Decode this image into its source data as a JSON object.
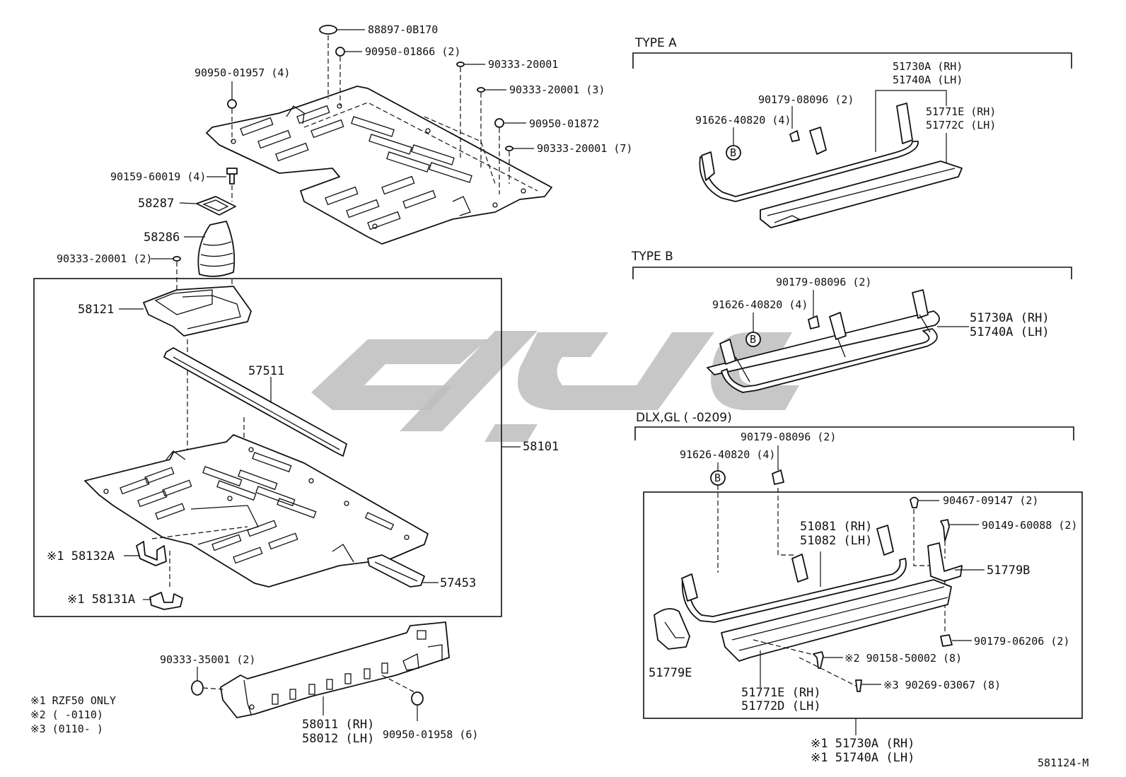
{
  "parts": {
    "p888970b170": "88897-0B170",
    "p9095001866": "90950-01866 (2)",
    "p9033320001a": "90333-20001",
    "p9033320001b": "90333-20001 (3)",
    "p9095001872": "90950-01872",
    "p9033320001c": "90333-20001 (7)",
    "p9095001957": "90950-01957 (4)",
    "p9015960019": "90159-60019 (4)",
    "p58287": "58287",
    "p58286": "58286",
    "p9033320001d": "90333-20001 (2)",
    "p58121": "58121",
    "p57511": "57511",
    "p58101": "58101",
    "p58132a": "※1 58132A",
    "p58131a": "※1 58131A",
    "p57453": "57453",
    "p9033335001": "90333-35001 (2)",
    "p58011": "58011 (RH)",
    "p58012": "58012 (LH)",
    "p9095001958": "90950-01958 (6)"
  },
  "notes": {
    "n1": "※1 RZF50  ONLY",
    "n2": "※2 (      -0110)",
    "n3": "※3 (0110-      )"
  },
  "type_a": {
    "title": "TYPE A",
    "p51730a": "51730A (RH)",
    "p51740a": "51740A (LH)",
    "p9017908096": "90179-08096 (2)",
    "p9162640820": "91626-40820 (4)",
    "p51771e": "51771E (RH)",
    "p51772c": "51772C (LH)",
    "marker": "B"
  },
  "type_b": {
    "title": "TYPE B",
    "p9017908096": "90179-08096 (2)",
    "p9162640820": "91626-40820 (4)",
    "p51730a": "51730A (RH)",
    "p51740a": "51740A (LH)",
    "marker": "B"
  },
  "dlx": {
    "title": "DLX,GL  (       -0209)",
    "p9017908096": "90179-08096 (2)",
    "p9162640820": "91626-40820 (4)",
    "p9046709147": "90467-09147 (2)",
    "p9014960088": "90149-60088 (2)",
    "p51081": "51081 (RH)",
    "p51082": "51082 (LH)",
    "p51779b": "51779B",
    "p9017906206": "90179-06206 (2)",
    "p51779e": "51779E",
    "p9015850002": "※2 90158-50002 (8)",
    "p9026903067": "※3 90269-03067 (8)",
    "p51771e": "51771E (RH)",
    "p51772d": "51772D (LH)",
    "p51730a": "※1 51730A (RH)",
    "p51740a": "※1 51740A (LH)",
    "marker": "B"
  },
  "figure_id": "581124-M"
}
